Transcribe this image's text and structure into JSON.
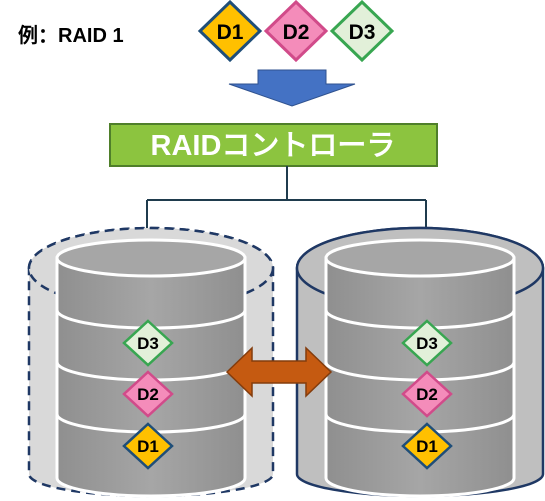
{
  "example_label": "例：RAID 1",
  "data_blocks": [
    {
      "label": "D1",
      "fill": "#ffc000",
      "stroke": "#1f4e79"
    },
    {
      "label": "D2",
      "fill": "#f48cba",
      "stroke": "#d14b8a"
    },
    {
      "label": "D3",
      "fill": "#e2f0d9",
      "stroke": "#38a651"
    }
  ],
  "controller": {
    "label": "RAIDコントローラ",
    "fill": "#8cc43f",
    "stroke": "#4f7f2a",
    "text_color": "#ffffff"
  },
  "arrow_down_color": "#4472c4",
  "mirror_arrow_color": "#c55a11",
  "disk_left": {
    "stack": [
      "D3",
      "D2",
      "D1"
    ],
    "outer_style": "dashed",
    "outer_fill": "#d9d9d9"
  },
  "disk_right": {
    "stack": [
      "D3",
      "D2",
      "D1"
    ],
    "outer_style": "solid",
    "outer_fill": "#bfbfbf"
  }
}
